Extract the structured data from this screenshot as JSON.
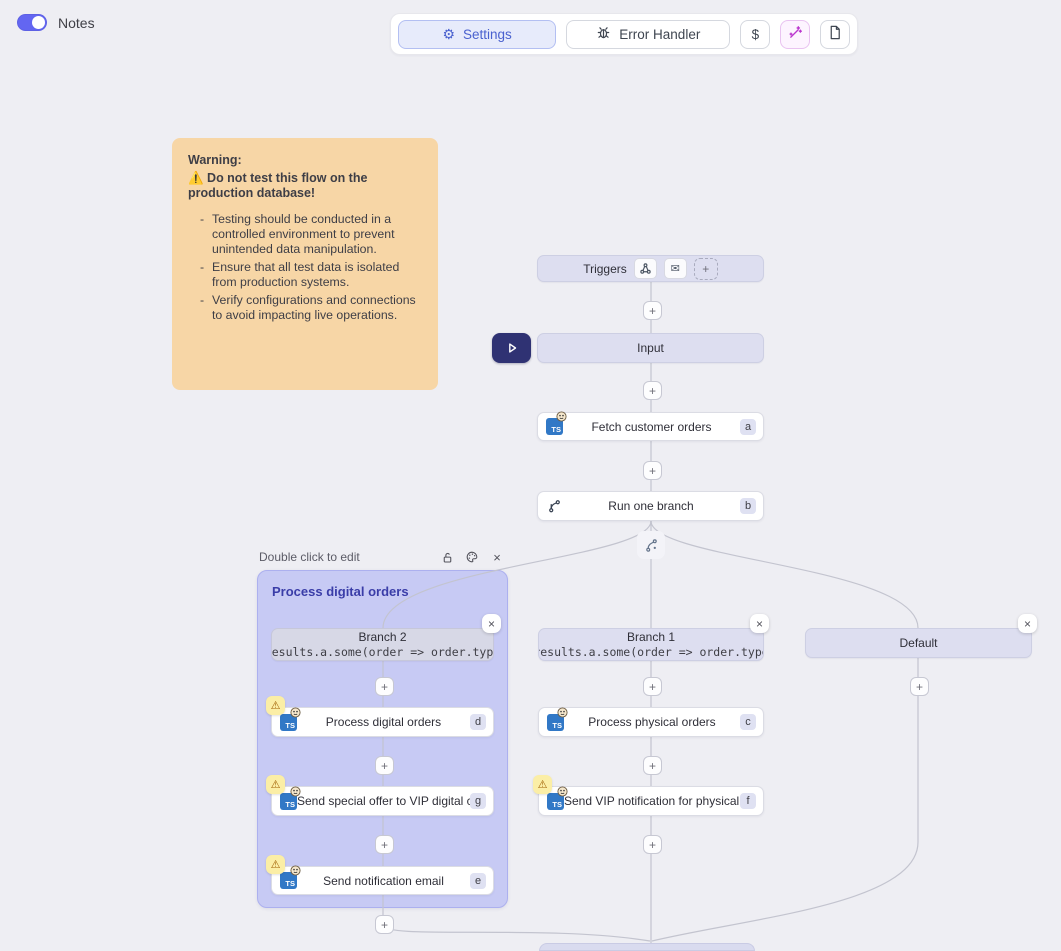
{
  "header": {
    "notes_label": "Notes",
    "toolbar": {
      "settings": "Settings",
      "error_handler": "Error Handler",
      "dollar": "$"
    }
  },
  "icons": {
    "gear": "⚙",
    "envelope": "✉",
    "plus": "+",
    "close": "×",
    "warning": "⚠",
    "ts_label": "TS"
  },
  "colors": {
    "accent_indigo": "#6366F1",
    "settings_blue": "#4A61CF",
    "wand_purple": "#BB37CE",
    "warning_note_bg": "#F7D6A6",
    "container_bg": "#C7CAF4",
    "node_lavender": "#DDDEF0",
    "ts_blue": "#3178C6",
    "play_navy": "#2F3273",
    "warn_badge_bg": "#FBEEA6"
  },
  "warning_note": {
    "title": "Warning:",
    "alert": "⚠️ Do not test this flow on the production database!",
    "bullets": [
      "Testing should be conducted in a controlled environment to prevent unintended data manipulation.",
      "Ensure that all test data is isolated from production systems.",
      "Verify configurations and connections to avoid impacting live operations."
    ]
  },
  "flow": {
    "triggers_label": "Triggers",
    "input_label": "Input",
    "container": {
      "hint": "Double click to edit",
      "title": "Process digital orders"
    },
    "branches": {
      "branch1": {
        "label": "Branch 1",
        "expr": "results.a.some(order => order.type"
      },
      "branch2": {
        "label": "Branch 2",
        "expr": "results.a.some(order => order.type"
      },
      "default_branch": {
        "label": "Default"
      }
    },
    "steps": [
      {
        "id": "a",
        "label": "Fetch customer orders"
      },
      {
        "id": "b",
        "label": "Run one branch"
      },
      {
        "id": "c",
        "label": "Process physical orders"
      },
      {
        "id": "d",
        "label": "Process digital orders"
      },
      {
        "id": "e",
        "label": "Send notification email"
      },
      {
        "id": "f",
        "label": "Send VIP notification for physical..."
      },
      {
        "id": "g",
        "label": "Send special offer to VIP digital c..."
      }
    ]
  }
}
